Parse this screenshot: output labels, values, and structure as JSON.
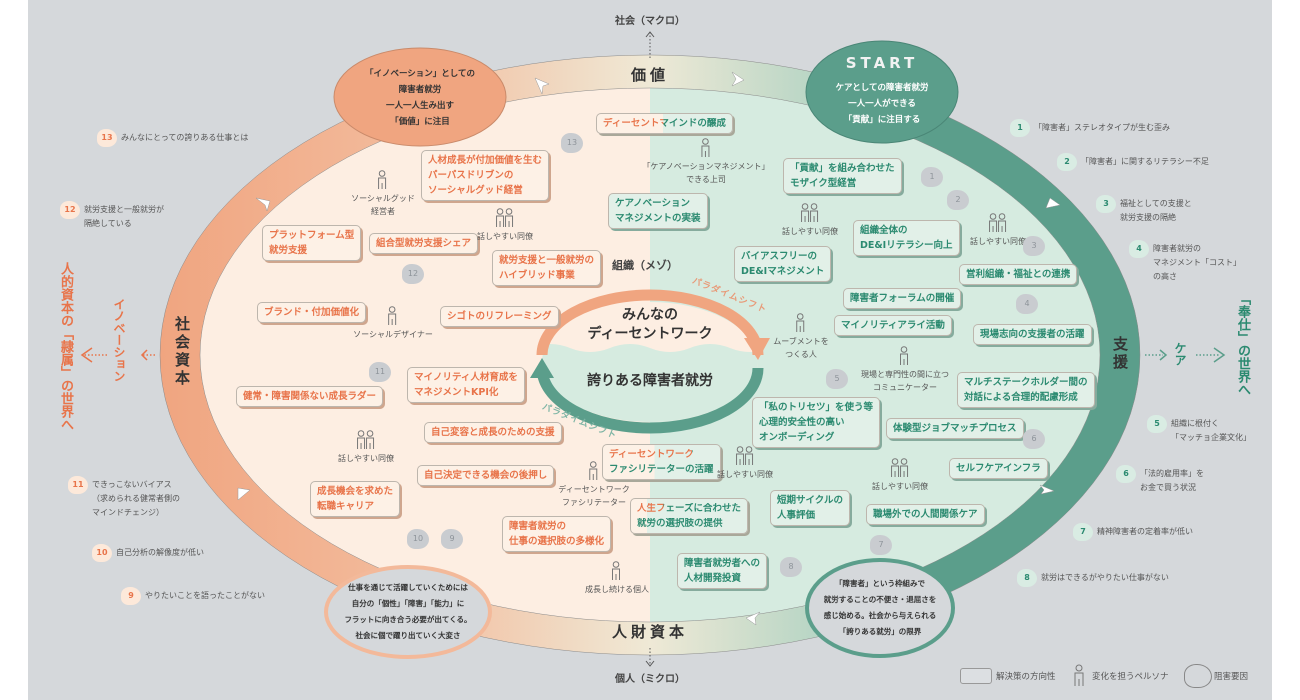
{
  "colors": {
    "orange": "#e8744a",
    "teal": "#2b8a70",
    "ring_orange": "#f0a580",
    "ring_teal": "#5b9e8b",
    "bg": "#d5d8db"
  },
  "axis": {
    "top": "社会（マクロ）",
    "bottom": "個人（ミクロ）",
    "middle": "組織（メゾ）"
  },
  "ring": {
    "top": "価値",
    "bottom": "人財資本",
    "left": "社会資本",
    "right": "支援"
  },
  "center": {
    "title1": "みんなの",
    "title2": "ディーセントワーク",
    "subtitle": "誇りある障害者就労",
    "shift": "パラダイムシフト"
  },
  "left_flow": {
    "innovation": "イノベーション",
    "world": "人的資本の「隷属」の世界へ"
  },
  "right_flow": {
    "care": "ケア",
    "world": "「奉仕」の世界へ"
  },
  "corners": {
    "top_left": "「イノベーション」としての\n障害者就労\n一人一人生み出す\n「価値」に注目",
    "top_right_title": "START",
    "top_right": "ケアとしての障害者就労\n一人一人ができる\n「貢献」に注目する",
    "bottom_left": "仕事を通じて活躍していくためには\n自分の「個性」「障害」「能力」に\nフラットに向き合う必要が出てくる。\n社会に個で躍り出ていく大変さ",
    "bottom_right": "「障害者」という枠組みで\n就労することの不便さ・退屈さを\n感じ始める。社会から与えられる\n「誇りある就労」の限界"
  },
  "solutions": [
    {
      "text": "ディーセントマインドの醸成",
      "tone": "mixed"
    },
    {
      "text": "人材成長が付加価値を生む\nパーパスドリブンの\nソーシャルグッド経営",
      "tone": "orange"
    },
    {
      "text": "プラットフォーム型\n就労支援",
      "tone": "orange"
    },
    {
      "text": "組合型就労支援シェア",
      "tone": "orange"
    },
    {
      "text": "就労支援と一般就労の\nハイブリッド事業",
      "tone": "orange"
    },
    {
      "text": "ブランド・付加価値化",
      "tone": "orange"
    },
    {
      "text": "シゴトのリフレーミング",
      "tone": "orange"
    },
    {
      "text": "マイノリティ人材育成を\nマネジメントKPI化",
      "tone": "orange"
    },
    {
      "text": "健常・障害関係ない成長ラダー",
      "tone": "orange"
    },
    {
      "text": "自己変容と成長のための支援",
      "tone": "orange"
    },
    {
      "text": "自己決定できる機会の後押し",
      "tone": "orange"
    },
    {
      "text": "成長機会を求めた\n転職キャリア",
      "tone": "orange"
    },
    {
      "text": "障害者就労の\n仕事の選択肢の多様化",
      "tone": "orange"
    },
    {
      "text": "ケアノベーション\nマネジメントの実装",
      "tone": "teal"
    },
    {
      "text": "「貢献」を組み合わせた\nモザイク型経営",
      "tone": "teal"
    },
    {
      "text": "組織全体の\nDE&Iリテラシー向上",
      "tone": "teal"
    },
    {
      "text": "バイアスフリーの\nDE&Iマネジメント",
      "tone": "teal"
    },
    {
      "text": "営利組織・福祉との連携",
      "tone": "teal"
    },
    {
      "text": "障害者フォーラムの開催",
      "tone": "teal"
    },
    {
      "text": "マイノリティアライ活動",
      "tone": "teal"
    },
    {
      "text": "現場志向の支援者の活躍",
      "tone": "teal"
    },
    {
      "text": "マルチステークホルダー間の\n対話による合理的配慮形成",
      "tone": "teal"
    },
    {
      "text": "「私のトリセツ」を使う等\n心理的安全性の高い\nオンボーディング",
      "tone": "teal"
    },
    {
      "text": "体験型ジョブマッチプロセス",
      "tone": "teal"
    },
    {
      "text": "セルフケアインフラ",
      "tone": "teal"
    },
    {
      "text": "ディーセントワーク\nファシリテーターの活躍",
      "tone": "mixed"
    },
    {
      "text": "人生フェーズに合わせた\n就労の選択肢の提供",
      "tone": "mixed"
    },
    {
      "text": "短期サイクルの\n人事評価",
      "tone": "teal"
    },
    {
      "text": "職場外での人間関係ケア",
      "tone": "teal"
    },
    {
      "text": "障害者就労者への\n人材開発投資",
      "tone": "teal"
    }
  ],
  "personas": [
    {
      "label": "ソーシャルグッド\n経営者",
      "count": 1
    },
    {
      "label": "話しやすい同僚",
      "count": 2
    },
    {
      "label": "ソーシャルデザイナー",
      "count": 1
    },
    {
      "label": "「ケアノベーションマネジメント」\nできる上司",
      "count": 1
    },
    {
      "label": "話しやすい同僚",
      "count": 2
    },
    {
      "label": "話しやすい同僚",
      "count": 2
    },
    {
      "label": "ムーブメントを\nつくる人",
      "count": 1
    },
    {
      "label": "現場と専門性の間に立つ\nコミュニケーター",
      "count": 1
    },
    {
      "label": "話しやすい同僚",
      "count": 2
    },
    {
      "label": "ディーセントワーク\nファシリテーター",
      "count": 1
    },
    {
      "label": "話しやすい同僚",
      "count": 2
    },
    {
      "label": "話しやすい同僚",
      "count": 2
    },
    {
      "label": "成長し続ける個人",
      "count": 1
    }
  ],
  "inner_blobs": [
    "13",
    "12",
    "11",
    "10",
    "9",
    "1",
    "2",
    "3",
    "4",
    "5",
    "6",
    "7",
    "8"
  ],
  "barriers_left": [
    {
      "num": "13",
      "text": "みんなにとっての誇りある仕事とは"
    },
    {
      "num": "12",
      "text": "就労支援と一般就労が\n隔絶している"
    },
    {
      "num": "11",
      "text": "できっこないバイアス\n（求められる健常者側の\nマインドチェンジ）"
    },
    {
      "num": "10",
      "text": "自己分析の解像度が低い"
    },
    {
      "num": "9",
      "text": "やりたいことを語ったことがない"
    }
  ],
  "barriers_right": [
    {
      "num": "1",
      "text": "「障害者」ステレオタイプが生む歪み"
    },
    {
      "num": "2",
      "text": "「障害者」に関するリテラシー不足"
    },
    {
      "num": "3",
      "text": "福祉としての支援と\n就労支援の隔絶"
    },
    {
      "num": "4",
      "text": "障害者就労の\nマネジメント「コスト」\nの高さ"
    },
    {
      "num": "5",
      "text": "組織に根付く\n「マッチョ企業文化」"
    },
    {
      "num": "6",
      "text": "「法的雇用率」を\nお金で買う状況"
    },
    {
      "num": "7",
      "text": "精神障害者の定着率が低い"
    },
    {
      "num": "8",
      "text": "就労はできるがやりたい仕事がない"
    }
  ],
  "legend": {
    "solution": "解決策の方向性",
    "persona": "変化を担うペルソナ",
    "barrier": "阻害要因"
  }
}
